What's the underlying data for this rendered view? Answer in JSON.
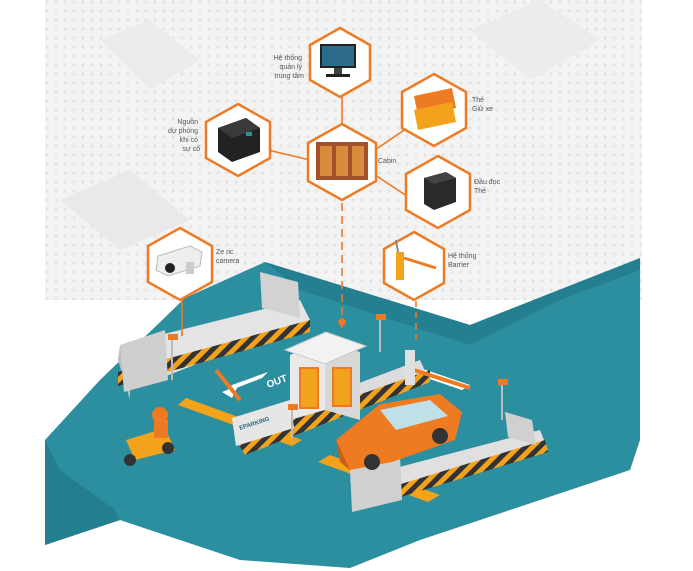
{
  "colors": {
    "orange": "#ee7a22",
    "teal": "#2b8fa0",
    "teal_dark": "#1e6f80",
    "panel": "#d8d8d8",
    "stripe": "#f2a31b"
  },
  "nodes": {
    "central": {
      "lines": [
        "Hệ thống",
        "quản lý",
        "trung tâm"
      ],
      "icon": "monitor-icon"
    },
    "ups": {
      "lines": [
        "Nguồn",
        "dự phòng",
        "khi có",
        "sự cố"
      ],
      "icon": "ups-icon"
    },
    "cabin": {
      "lines": [
        "Cabin"
      ],
      "icon": "cabin-icon"
    },
    "card": {
      "lines": [
        "Thẻ",
        "Giữ xe"
      ],
      "icon": "parking-card-icon"
    },
    "reader": {
      "lines": [
        "Đầu đọc",
        "Thẻ"
      ],
      "icon": "card-reader-icon"
    },
    "barrier": {
      "lines": [
        "Hệ thống",
        "Barrier"
      ],
      "icon": "barrier-icon"
    },
    "camera": {
      "lines": [
        "Ze ric",
        "camera"
      ],
      "icon": "camera-icon"
    }
  },
  "scene": {
    "out_label": "OUT",
    "logo_text": "EPARKING"
  }
}
